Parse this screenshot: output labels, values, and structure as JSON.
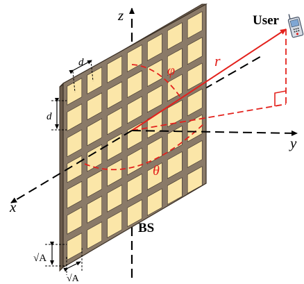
{
  "labels": {
    "z": "z",
    "y": "y",
    "x": "x",
    "r": "r",
    "phi": "φ",
    "theta": "θ",
    "user": "User",
    "bs": "BS",
    "d_top": "d",
    "d_left": "d",
    "sqrtA_left": "√A",
    "sqrtA_bottom": "√A"
  },
  "colors": {
    "frame": "#8a7a68",
    "frame_edge": "#3b3026",
    "frame_side": "#6b5c4c",
    "element": "#fbe6a8",
    "axis": "#000000",
    "vector": "#e3211c"
  },
  "panel": {
    "rows": 7,
    "cols": 7
  },
  "icons": {
    "user_device": "mobile-phone-icon"
  }
}
